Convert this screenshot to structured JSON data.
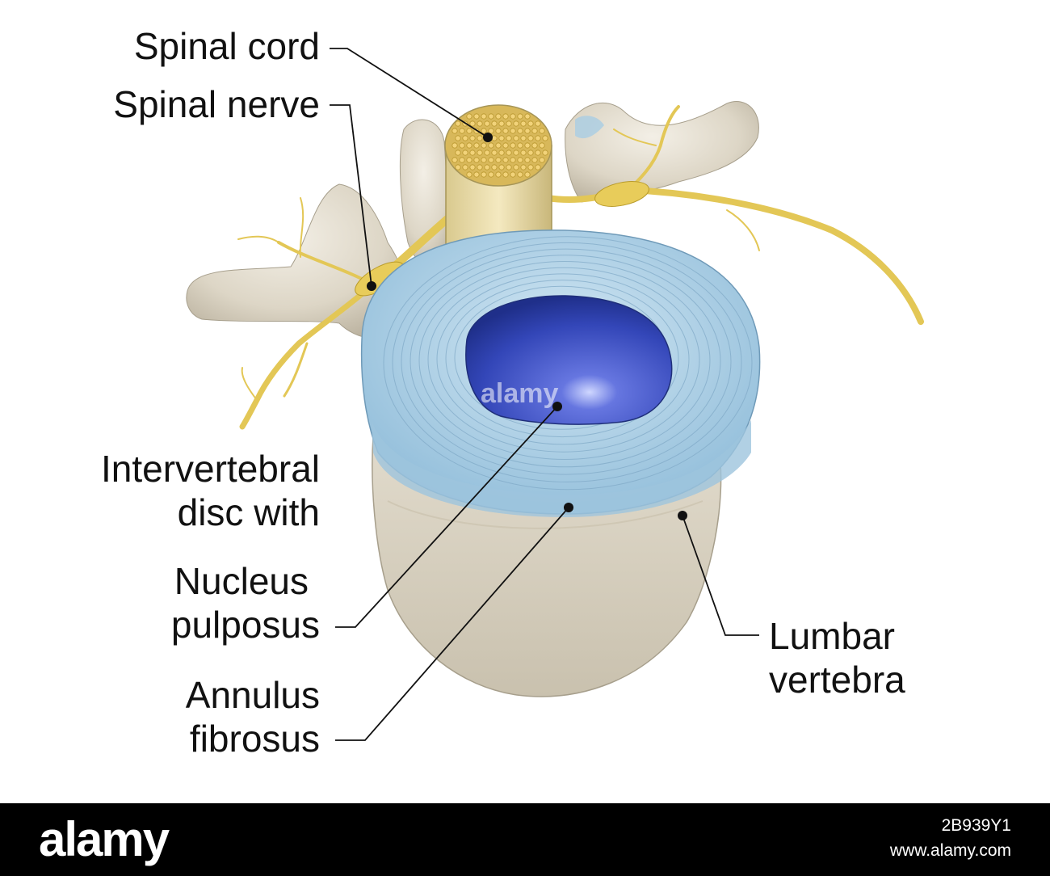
{
  "labels": {
    "spinal_cord": "Spinal cord",
    "spinal_nerve": "Spinal nerve",
    "disc_line1": "Intervertebral",
    "disc_line2": "disc with",
    "nucleus_line1": "Nucleus",
    "nucleus_line2": "pulposus",
    "annulus_line1": "Annulus",
    "annulus_line2": "fibrosus",
    "lumbar_line1": "Lumbar",
    "lumbar_line2": "vertebra"
  },
  "watermark": "alamy",
  "footer": {
    "brand": "alamy",
    "image_id": "2B939Y1",
    "site": "www.alamy.com"
  },
  "colors": {
    "bone": "#d9d2c2",
    "disc_ring": "#a9cde4",
    "nucleus": "#3f55c4",
    "nerve": "#e8cc5a",
    "spinal_cord": "#efe0a8"
  }
}
